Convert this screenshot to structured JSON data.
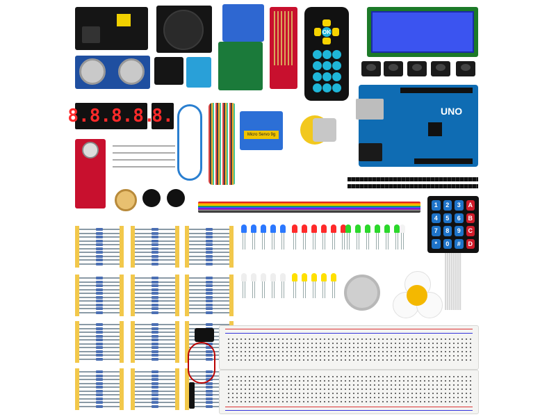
{
  "kit": {
    "arduino_label": "UNO",
    "servo_label": "Micro Servo 9g",
    "keypad_keys": [
      "1",
      "2",
      "3",
      "A",
      "4",
      "5",
      "6",
      "B",
      "7",
      "8",
      "9",
      "C",
      "*",
      "0",
      "#",
      "D"
    ],
    "keypad_colors": [
      "b",
      "b",
      "b",
      "r",
      "b",
      "b",
      "b",
      "r",
      "b",
      "b",
      "b",
      "r",
      "b",
      "b",
      "b",
      "r"
    ],
    "remote_ok": "OK",
    "seg4": "8.8.8.8.",
    "seg1": "8.",
    "colors": {
      "pcb_red": "#c8102e",
      "pcb_blue": "#1f4fa0",
      "lcd_blue": "#3b54f0",
      "seg_red": "#ff2a2a",
      "tape_yellow": "#f2c84b"
    },
    "icons": [
      "power-module",
      "joystick",
      "relay",
      "water-sensor",
      "ir-remote",
      "lcd-1602",
      "ultrasonic-sensor",
      "dht11-sensor",
      "push-button",
      "seven-segment",
      "usb-cable",
      "jumper-wires",
      "servo",
      "dc-motor",
      "arduino-uno",
      "sound-sensor",
      "potentiometer",
      "buzzer",
      "ribbon-cable",
      "membrane-keypad",
      "resistors",
      "leds",
      "stepper-motor",
      "fan-blade",
      "battery-clip",
      "breadboard"
    ]
  }
}
